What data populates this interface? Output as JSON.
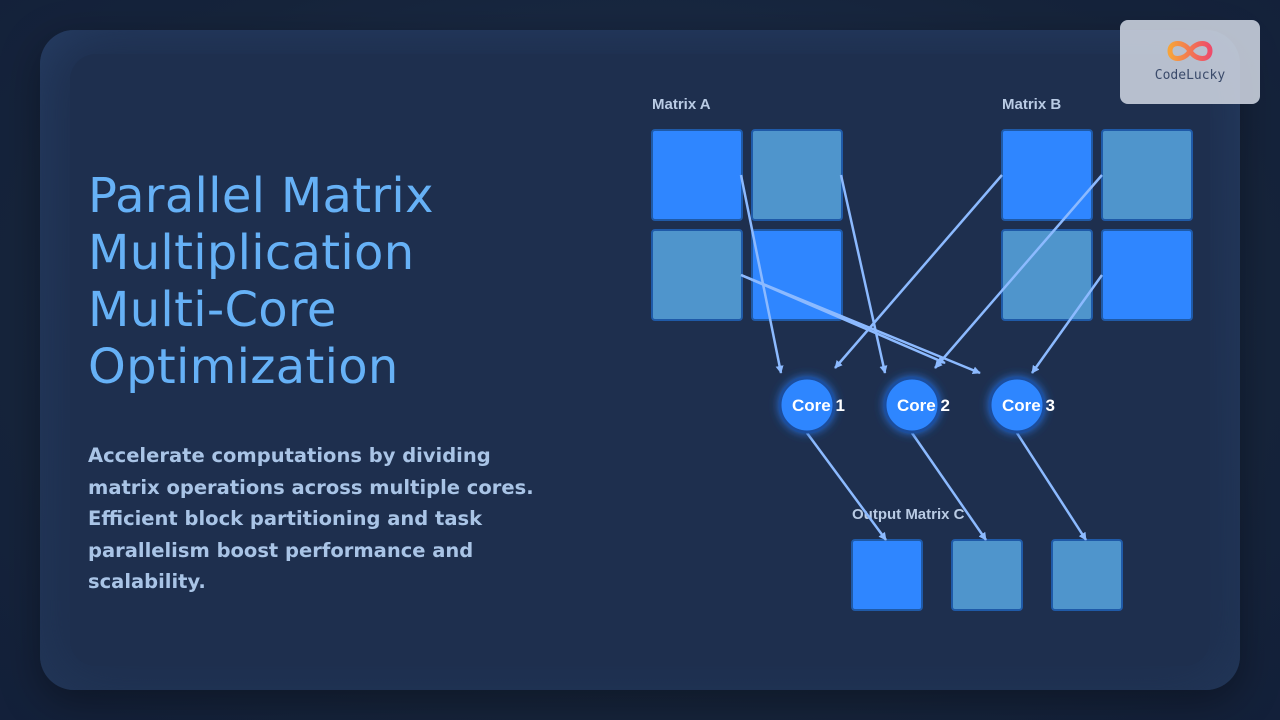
{
  "title_lines": [
    "Parallel Matrix",
    "Multiplication",
    "Multi-Core",
    "Optimization"
  ],
  "description": "Accelerate computations by dividing matrix operations across multiple cores. Efficient block partitioning and task parallelism boost performance and scalability.",
  "logo": {
    "text": "CodeLucky",
    "icon": "infinity-logo-icon"
  },
  "diagram": {
    "matrix_a_label": "Matrix A",
    "matrix_b_label": "Matrix B",
    "output_label": "Output Matrix C",
    "cores": [
      "Core 1",
      "Core 2",
      "Core 3"
    ],
    "matrix_a_blocks": [
      "highlight",
      "dim",
      "dim",
      "highlight"
    ],
    "matrix_b_blocks": [
      "highlight",
      "dim",
      "dim",
      "highlight"
    ],
    "output_blocks": [
      "highlight",
      "dim",
      "dim"
    ]
  },
  "colors": {
    "title": "#66b1f6",
    "description": "#a9c4e6",
    "block_highlight": "#2f86ff",
    "block_dim": "#4f95cc",
    "block_stroke": "#1f5aa8",
    "core_fill": "#2f86ff",
    "core_stroke": "#1a4e9c",
    "arrow": "#8cbaff",
    "card": "#1e2f4e"
  }
}
